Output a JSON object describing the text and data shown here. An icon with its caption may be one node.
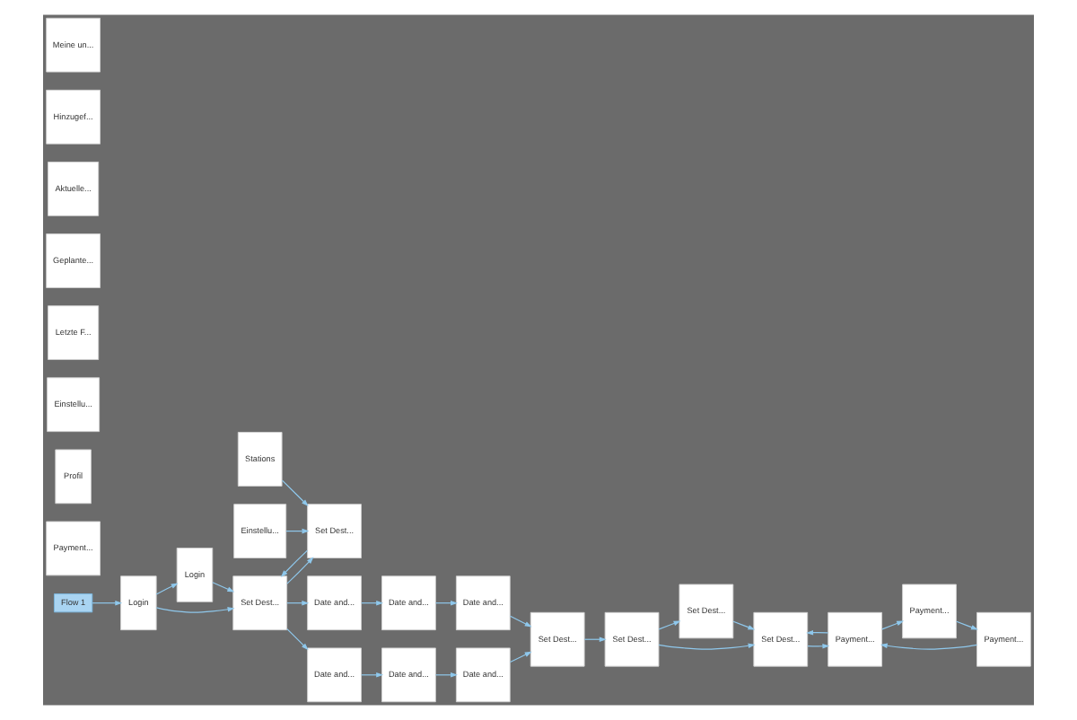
{
  "diagram": {
    "nodes": [
      {
        "text": [
          "Login"
        ]
      },
      {
        "text": [
          "Login"
        ]
      },
      {
        "text": [
          "Set Dest..."
        ]
      },
      {
        "text": [
          "Date and..."
        ]
      },
      {
        "text": [
          "Date and..."
        ]
      },
      {
        "text": [
          "Date and..."
        ]
      },
      {
        "text": [
          "Date and..."
        ]
      },
      {
        "text": [
          "Date and..."
        ]
      },
      {
        "text": [
          "Date and..."
        ]
      },
      {
        "text": [
          "Set Dest..."
        ]
      },
      {
        "text": [
          "Set Dest..."
        ]
      },
      {
        "text": [
          "Set Dest..."
        ]
      },
      {
        "text": [
          "Set Dest..."
        ]
      },
      {
        "text": [
          "Payment..."
        ]
      },
      {
        "text": [
          "Payment..."
        ]
      },
      {
        "text": [
          "Payment..."
        ]
      },
      {
        "text": [
          "Payment..."
        ]
      },
      {
        "text": [
          "Set Dest..."
        ]
      },
      {
        "text": [
          "Stations"
        ]
      },
      {
        "text": [
          "Einstellu..."
        ]
      },
      {
        "text": [
          "Profil"
        ]
      },
      {
        "text": [
          "Einstellu..."
        ]
      },
      {
        "text": [
          "Letzte F..."
        ]
      },
      {
        "text": [
          "Geplante..."
        ]
      },
      {
        "text": [
          "Aktuelle..."
        ]
      },
      {
        "text": [
          "Hinzugef..."
        ]
      },
      {
        "text": [
          "Meine un..."
        ]
      },
      {
        "text": [
          "Flow 1"
        ]
      }
    ],
    "edges": [
      {
        "from": 27,
        "to": 1,
        "arrow": "to"
      },
      {
        "from": 1,
        "to": 0,
        "arrow": "to"
      },
      {
        "from": 1,
        "to": 2,
        "arrow": "to"
      },
      {
        "from": 0,
        "to": 2,
        "arrow": "to"
      },
      {
        "from": 2,
        "to": 3,
        "arrow": "to"
      },
      {
        "from": 2,
        "to": 4,
        "arrow": "to"
      },
      {
        "from": 2,
        "to": 17,
        "arrow": "to"
      },
      {
        "from": 17,
        "to": 2,
        "arrow": "to"
      },
      {
        "from": 18,
        "to": 17,
        "arrow": "to"
      },
      {
        "from": 19,
        "to": 17,
        "arrow": "to"
      },
      {
        "from": 3,
        "to": 5,
        "arrow": "to"
      },
      {
        "from": 4,
        "to": 6,
        "arrow": "to"
      },
      {
        "from": 5,
        "to": 7,
        "arrow": "to"
      },
      {
        "from": 6,
        "to": 8,
        "arrow": "to"
      },
      {
        "from": 7,
        "to": 9,
        "arrow": "to"
      },
      {
        "from": 8,
        "to": 9,
        "arrow": "to"
      },
      {
        "from": 9,
        "to": 11,
        "arrow": "to"
      },
      {
        "from": 11,
        "to": 10,
        "arrow": "to"
      },
      {
        "from": 10,
        "to": 12,
        "arrow": "to"
      },
      {
        "from": 11,
        "to": 12,
        "arrow": "to"
      },
      {
        "from": 12,
        "to": 14,
        "arrow": "to"
      },
      {
        "from": 14,
        "to": 13,
        "arrow": "to"
      },
      {
        "from": 13,
        "to": 15,
        "arrow": "to"
      },
      {
        "from": 15,
        "to": 14,
        "arrow": "to"
      },
      {
        "from": 14,
        "to": 12,
        "arrow": "to"
      }
    ]
  }
}
